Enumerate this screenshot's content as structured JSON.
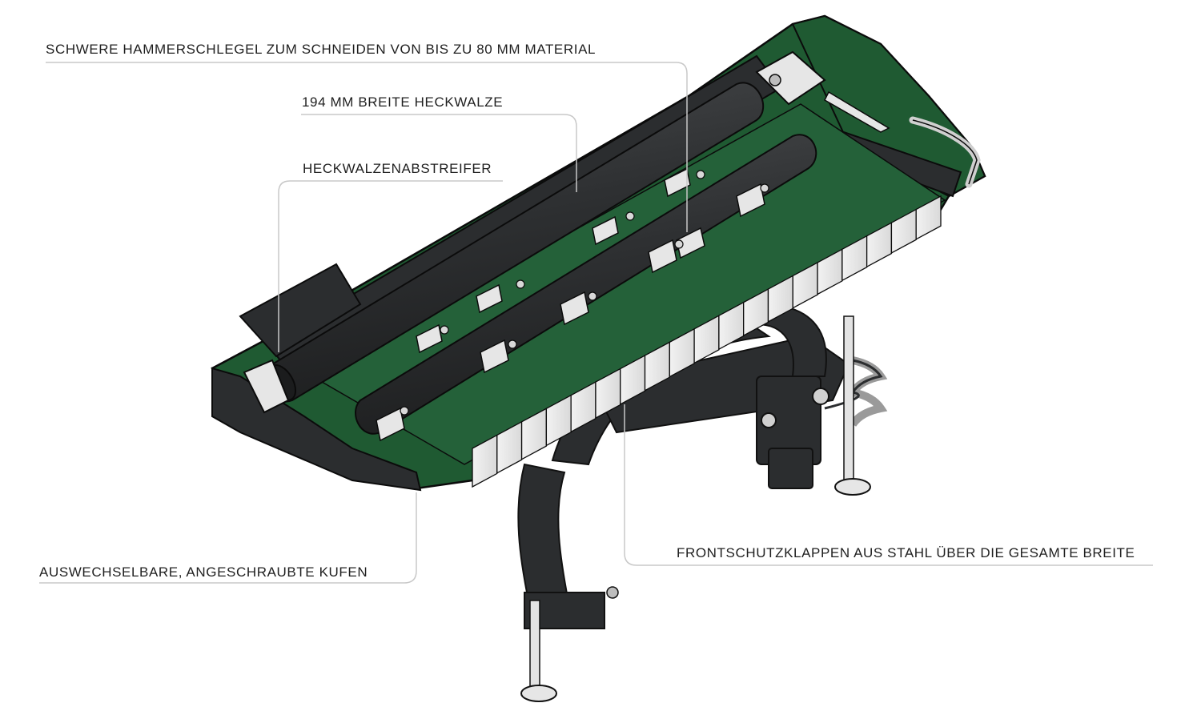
{
  "callouts": [
    {
      "id": "hammer_flails",
      "text": "SCHWERE HAMMERSCHLEGEL ZUM SCHNEIDEN VON BIS ZU 80 MM MATERIAL"
    },
    {
      "id": "rear_roller",
      "text": "194 MM BREITE HECKWALZE"
    },
    {
      "id": "roller_scraper",
      "text": "HECKWALZENABSTREIFER"
    },
    {
      "id": "skids",
      "text": "AUSWECHSELBARE, ANGESCHRAUBTE KUFEN"
    },
    {
      "id": "front_flaps",
      "text": "FRONTSCHUTZKLAPPEN AUS STAHL ÜBER DIE GESAMTE BREITE"
    }
  ],
  "colors": {
    "housing_green": "#1f5a32",
    "housing_dark": "#2b2d2f",
    "roller": "#353739",
    "steel_light": "#e4e4e4",
    "callout_line": "#c8c8c8",
    "text": "#1f1f1f"
  }
}
